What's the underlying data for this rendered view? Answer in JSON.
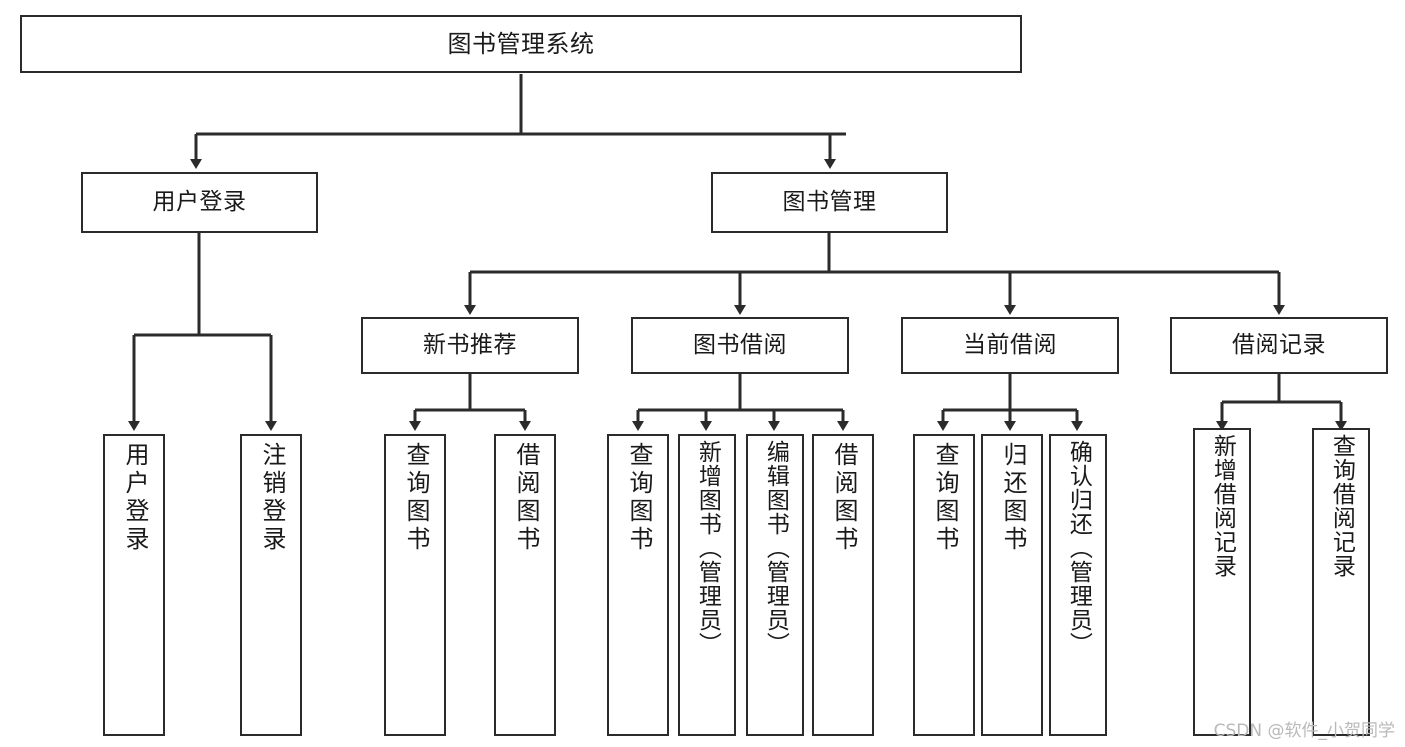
{
  "diagram": {
    "type": "tree-hierarchy-chart",
    "title": "图书管理系统",
    "orientation": "top-down",
    "line_color": "#2b2b2b",
    "box_fill": "#ffffff",
    "text_color": "#1a1a1a"
  },
  "nodes": {
    "root": {
      "label": "图书管理系统",
      "level": 0
    },
    "level1": [
      {
        "id": "user-login",
        "label": "用户登录"
      },
      {
        "id": "book-management",
        "label": "图书管理"
      }
    ],
    "level2": [
      {
        "id": "new-book-recommend",
        "label": "新书推荐",
        "parent": "book-management"
      },
      {
        "id": "book-borrow",
        "label": "图书借阅",
        "parent": "book-management"
      },
      {
        "id": "current-borrow",
        "label": "当前借阅",
        "parent": "book-management"
      },
      {
        "id": "borrow-record",
        "label": "借阅记录",
        "parent": "book-management"
      }
    ],
    "leaves": {
      "user-login": [
        {
          "id": "leaf-user-login",
          "label": "用户登录"
        },
        {
          "id": "leaf-logout",
          "label": "注销登录"
        }
      ],
      "new-book-recommend": [
        {
          "id": "leaf-query-book-1",
          "label": "查询图书"
        },
        {
          "id": "leaf-borrow-book-1",
          "label": "借阅图书"
        }
      ],
      "book-borrow": [
        {
          "id": "leaf-query-book-2",
          "label": "查询图书"
        },
        {
          "id": "leaf-add-book",
          "label": "新增图书（管理员）"
        },
        {
          "id": "leaf-edit-book",
          "label": "编辑图书（管理员）"
        },
        {
          "id": "leaf-borrow-book-2",
          "label": "借阅图书"
        }
      ],
      "current-borrow": [
        {
          "id": "leaf-query-book-3",
          "label": "查询图书"
        },
        {
          "id": "leaf-return-book",
          "label": "归还图书"
        },
        {
          "id": "leaf-confirm-return",
          "label": "确认归还（管理员）"
        }
      ],
      "borrow-record": [
        {
          "id": "leaf-add-record",
          "label": "新增借阅记录"
        },
        {
          "id": "leaf-query-record",
          "label": "查询借阅记录"
        }
      ]
    }
  },
  "watermark": {
    "text": "CSDN @软件_小贺同学"
  }
}
